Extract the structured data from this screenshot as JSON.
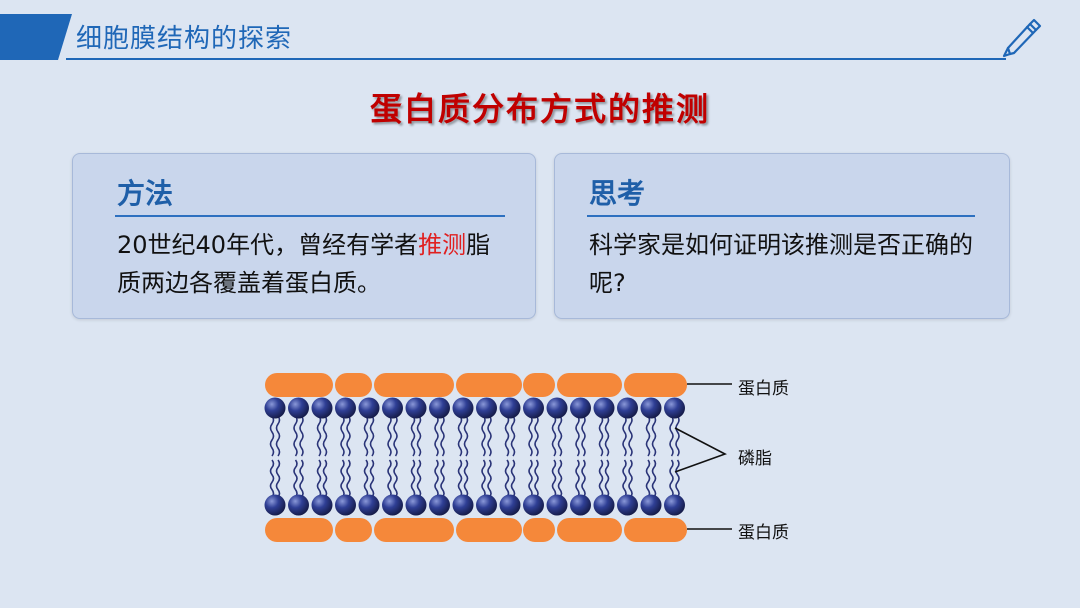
{
  "header": {
    "title": "细胞膜结构的探索"
  },
  "main_title": "蛋白质分布方式的推测",
  "method_card": {
    "heading": "方法",
    "text_before": "20世纪40年代，曾经有学者",
    "text_highlight": "推测",
    "text_after": "脂质两边各覆盖着蛋白质。"
  },
  "think_card": {
    "heading": "思考",
    "text": "科学家是如何证明该推测是否正确的呢?"
  },
  "diagram": {
    "label_top": "蛋白质",
    "label_middle": "磷脂",
    "label_bottom": "蛋白质"
  },
  "colors": {
    "accent_blue": "#1f67b7",
    "title_red": "#c00000",
    "protein_orange": "#f5883a",
    "lipid_head": "#26306e"
  }
}
